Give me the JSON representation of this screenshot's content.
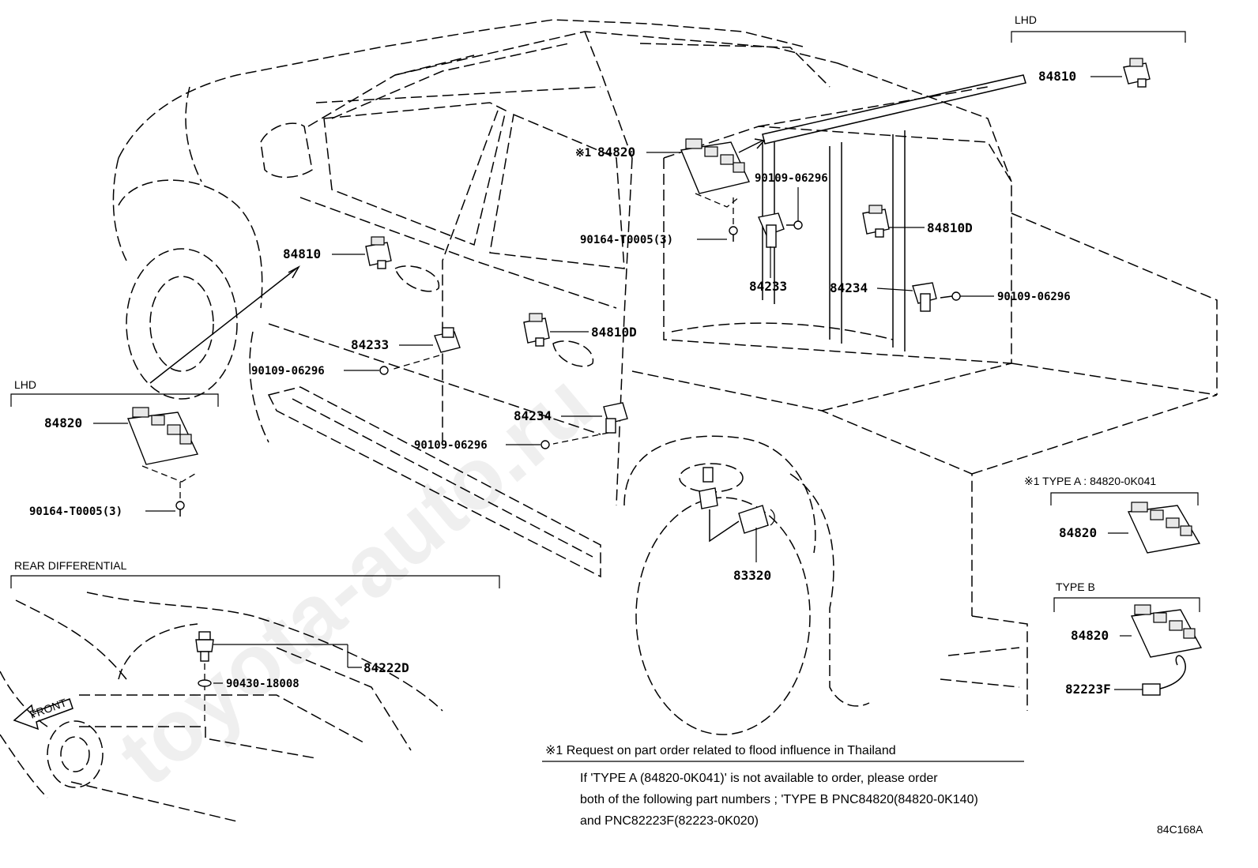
{
  "labels": {
    "lhd_top": "LHD",
    "lhd_left": "LHD",
    "rear_diff": "REAR DIFFERENTIAL",
    "front": "FRONT",
    "type_a_caption": "※1 TYPE A : 84820-0K041",
    "type_b_caption": "TYPE B",
    "ref_mark": "※1",
    "drawing_code": "84C168A",
    "watermark": "toyota-auto.ru"
  },
  "parts": {
    "p84810_top": "84810",
    "p84820_main": "84820",
    "p90109_a": "90109-06296",
    "p90164_a": "90164-T0005(3)",
    "p84810d_right": "84810D",
    "p84233_right": "84233",
    "p84234_right": "84234",
    "p90109_b": "90109-06296",
    "p84810_door": "84810",
    "p84233_left": "84233",
    "p90109_c": "90109-06296",
    "p84810d_door": "84810D",
    "p84234_left": "84234",
    "p90109_d": "90109-06296",
    "p84820_lhd": "84820",
    "p90164_b": "90164-T0005(3)",
    "p83320": "83320",
    "p84222d": "84222D",
    "p90430": "90430-18008",
    "p84820_type_a": "84820",
    "p84820_type_b": "84820",
    "p82223f": "82223F"
  },
  "note": {
    "heading": "※1  Request on part order related to flood influence in Thailand",
    "line1": "If  'TYPE A (84820-0K041)'  is not available to order, please order",
    "line2": "both of the following part numbers ; 'TYPE B PNC84820(84820-0K140)",
    "line3": "and PNC82223F(82223-0K020)"
  }
}
